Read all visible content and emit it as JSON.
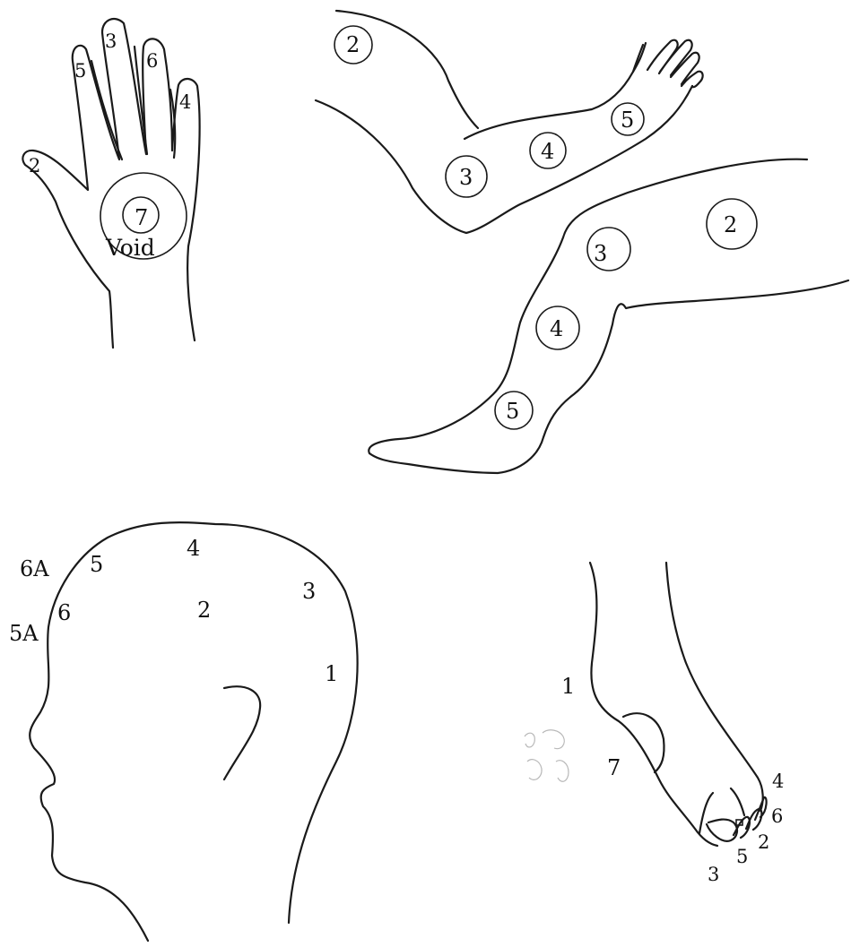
{
  "hand": {
    "fingers": [
      "5",
      "3",
      "6",
      "4",
      "2"
    ],
    "palm_number": "7",
    "palm_word": "Void"
  },
  "arm": {
    "points": [
      "2",
      "3",
      "4",
      "5"
    ]
  },
  "leg": {
    "points": [
      "2",
      "3",
      "4",
      "5"
    ]
  },
  "head": {
    "points": [
      "6A",
      "5",
      "4",
      "3",
      "2",
      "6",
      "5A",
      "1"
    ]
  },
  "foot": {
    "points": [
      "1",
      "7",
      "4",
      "6",
      "2",
      "5",
      "3"
    ]
  }
}
